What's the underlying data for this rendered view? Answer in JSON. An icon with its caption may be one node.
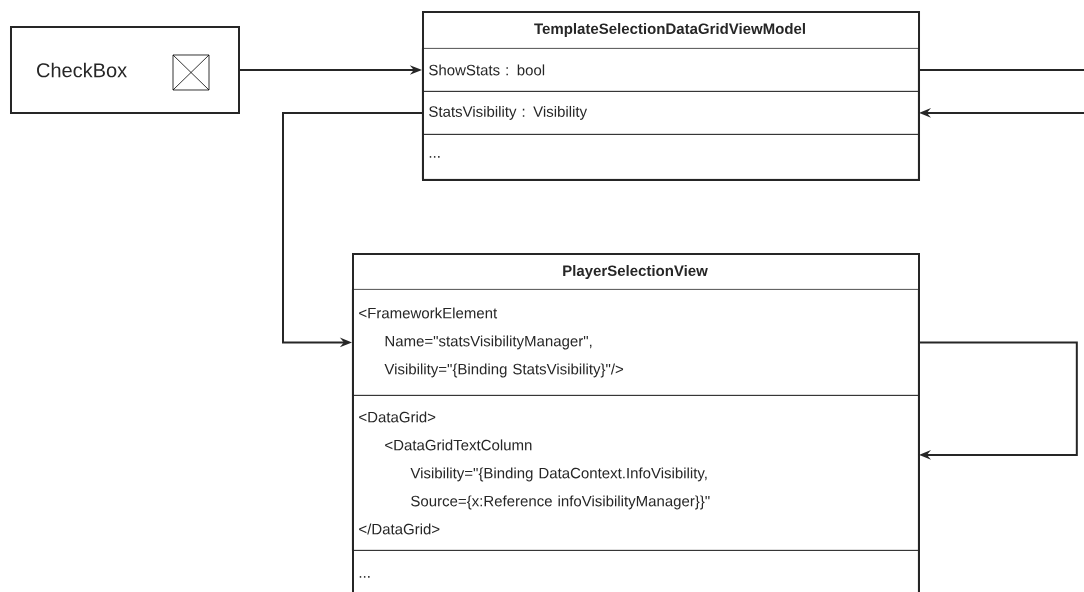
{
  "diagram": {
    "nodes": [
      {
        "text": [
          "CheckBox"
        ]
      },
      {
        "text": [
          "TemplateSelectionDataGridViewModel"
        ]
      },
      {
        "text": [
          "ShowStats : bool"
        ],
        "in": 1
      },
      {
        "text": [
          "StatsVisibility : Visibility"
        ],
        "in": 1
      },
      {
        "text": [
          "..."
        ],
        "in": 1
      },
      {
        "text": [
          "PlayerSelectionView"
        ]
      },
      {
        "text": [
          "<FrameworkElement",
          "Name=\"statsVisibilityManager\",",
          "Visibility=\"{Binding StatsVisibility}\"/>"
        ],
        "in": 5
      },
      {
        "text": [
          "<DataGrid>",
          "<DataGridTextColumn",
          "Visibility=\"{Binding DataContext.InfoVisibility,",
          "Source={x:Reference infoVisibilityManager}}\"",
          "</DataGrid>"
        ],
        "in": 5
      },
      {
        "text": [
          "..."
        ],
        "in": 5
      }
    ],
    "edges": [
      {
        "from": 0,
        "to": 2,
        "arrow": "to"
      },
      {
        "from": 2,
        "to": 3,
        "arrow": "to"
      },
      {
        "from": 3,
        "to": 6,
        "arrow": "to"
      },
      {
        "from": 6,
        "to": 7,
        "arrow": "to"
      }
    ]
  }
}
